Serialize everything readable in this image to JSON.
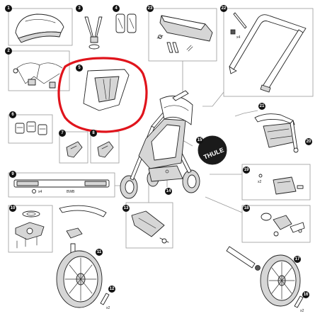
{
  "callouts": [
    "1",
    "2",
    "3",
    "4",
    "5",
    "6",
    "7",
    "8",
    "9",
    "10",
    "11",
    "12",
    "13",
    "14",
    "15",
    "16",
    "17",
    "18",
    "19",
    "20",
    "21",
    "22",
    "23"
  ],
  "qty": {
    "part_22": "x4",
    "part_19_bolt": "x2",
    "part_9": "x4",
    "part_12": "x2",
    "part_16": "x2"
  },
  "part_9_label": "BWB",
  "brand_logo_text": "THULE",
  "highlight_color": "#e0141c"
}
